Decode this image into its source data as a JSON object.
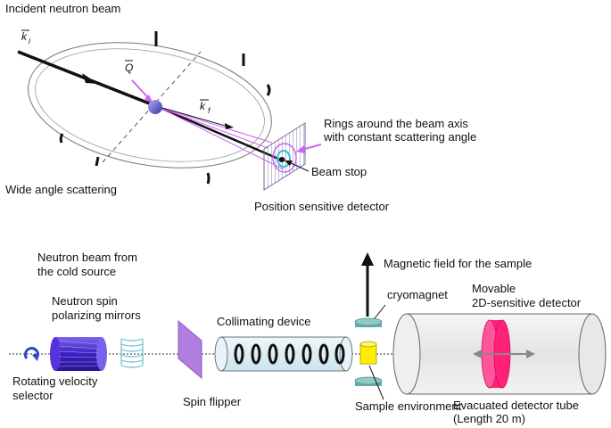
{
  "top_diagram": {
    "incident_beam_label": "Incident neutron beam",
    "k_i_symbol": "k",
    "k_i_subscript": "i",
    "q_symbol": "Q",
    "k_f_symbol": "k",
    "k_f_subscript": "f",
    "rings_label_line1": "Rings around the beam axis",
    "rings_label_line2": "with constant scattering angle",
    "beam_stop_label": "Beam stop",
    "wide_angle_label": "Wide angle scattering",
    "detector_label": "Position sensitive detector"
  },
  "bottom_diagram": {
    "source_label_line1": "Neutron beam from",
    "source_label_line2": "the cold source",
    "mirrors_label_line1": "Neutron spin",
    "mirrors_label_line2": "polarizing mirrors",
    "velocity_selector_line1": "Rotating velocity",
    "velocity_selector_line2": "selector",
    "spin_flipper_label": "Spin flipper",
    "collimating_label": "Collimating device",
    "magnetic_field_label": "Magnetic field for the sample",
    "cryomagnet_label": "cryomagnet",
    "sample_env_label": "Sample environment",
    "movable_detector_line1": "Movable",
    "movable_detector_line2": "2D-sensitive detector",
    "tube_label_line1": "Evacuated detector tube",
    "tube_label_line2": "(Length 20 m)"
  },
  "colors": {
    "q_vector": "#cc66ee",
    "detector_pink": "#ff2277",
    "sample_yellow": "#ffee00",
    "selector_blue": "#4422cc",
    "spin_flipper": "#aa77dd",
    "collimator_fill": "#d8ecf6",
    "mirror_cyan": "#88ccdd"
  }
}
